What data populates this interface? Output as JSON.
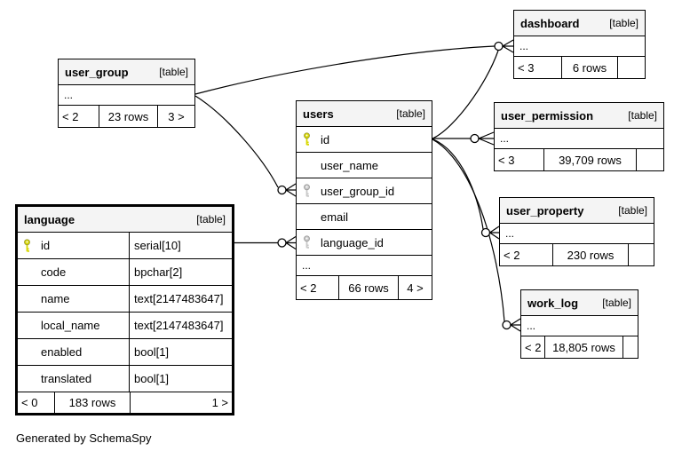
{
  "diagram": {
    "generator_note": "Generated by SchemaSpy",
    "colors": {
      "header_bg": "#f4f4f4",
      "pk_key": "#d8d800",
      "fk_key": "#c9c9c9",
      "line": "#000000"
    },
    "tables": {
      "dashboard": {
        "name": "dashboard",
        "tag": "[table]",
        "ellipsis": "...",
        "footer": {
          "left": "< 3",
          "center": "6 rows",
          "right": ""
        }
      },
      "user_group": {
        "name": "user_group",
        "tag": "[table]",
        "ellipsis": "...",
        "footer": {
          "left": "< 2",
          "center": "23 rows",
          "right": "3 >"
        }
      },
      "users": {
        "name": "users",
        "tag": "[table]",
        "ellipsis": "...",
        "columns": [
          {
            "label": "id",
            "key": "primary"
          },
          {
            "label": "user_name",
            "key": ""
          },
          {
            "label": "user_group_id",
            "key": "foreign"
          },
          {
            "label": "email",
            "key": ""
          },
          {
            "label": "language_id",
            "key": "foreign"
          }
        ],
        "footer": {
          "left": "< 2",
          "center": "66 rows",
          "right": "4 >"
        }
      },
      "user_permission": {
        "name": "user_permission",
        "tag": "[table]",
        "ellipsis": "...",
        "footer": {
          "left": "< 3",
          "center": "39,709 rows",
          "right": ""
        }
      },
      "user_property": {
        "name": "user_property",
        "tag": "[table]",
        "ellipsis": "...",
        "footer": {
          "left": "< 2",
          "center": "230 rows",
          "right": ""
        }
      },
      "work_log": {
        "name": "work_log",
        "tag": "[table]",
        "ellipsis": "...",
        "footer": {
          "left": "< 2",
          "center": "18,805 rows",
          "right": ""
        }
      },
      "language": {
        "name": "language",
        "tag": "[table]",
        "columns": [
          {
            "label": "id",
            "type": "serial[10]",
            "key": "primary"
          },
          {
            "label": "code",
            "type": "bpchar[2]",
            "key": ""
          },
          {
            "label": "name",
            "type": "text[2147483647]",
            "key": ""
          },
          {
            "label": "local_name",
            "type": "text[2147483647]",
            "key": ""
          },
          {
            "label": "enabled",
            "type": "bool[1]",
            "key": ""
          },
          {
            "label": "translated",
            "type": "bool[1]",
            "key": ""
          }
        ],
        "footer": {
          "left": "< 0",
          "center": "183 rows",
          "right": "1 >"
        }
      }
    },
    "relationships": [
      {
        "from": "user_group",
        "to": "dashboard"
      },
      {
        "from": "users.id",
        "to": "dashboard"
      },
      {
        "from": "user_group",
        "to": "users.user_group_id"
      },
      {
        "from": "language.id",
        "to": "users.language_id"
      },
      {
        "from": "users.id",
        "to": "user_permission"
      },
      {
        "from": "users.id",
        "to": "user_property"
      },
      {
        "from": "users.id",
        "to": "work_log"
      }
    ]
  }
}
